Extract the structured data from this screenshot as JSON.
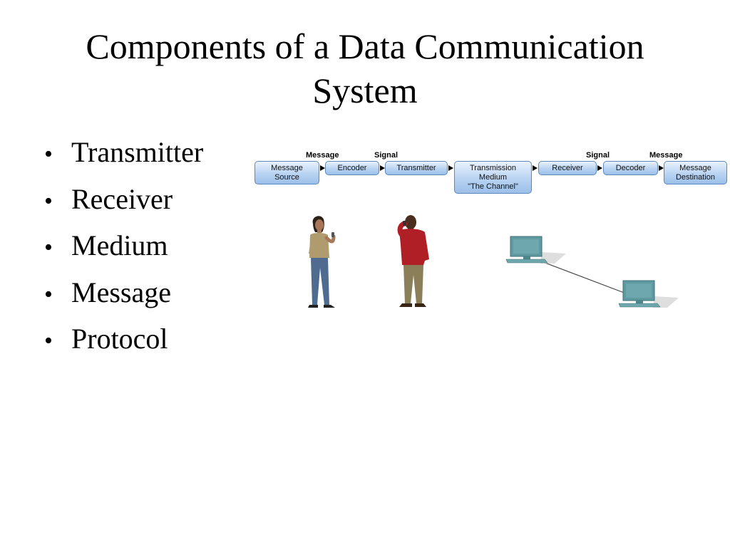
{
  "slide": {
    "title_line1": "Components of a Data Communication",
    "title_line2": "System"
  },
  "bullets": [
    {
      "text": "Transmitter"
    },
    {
      "text": "Receiver"
    },
    {
      "text": "Medium"
    },
    {
      "text": "Message"
    },
    {
      "text": "Protocol"
    }
  ],
  "bullet_glyph": "•",
  "diagram": {
    "labels": {
      "message_left": "Message",
      "signal_left": "Signal",
      "signal_right": "Signal",
      "message_right": "Message"
    },
    "boxes": [
      {
        "label": "Message\nSource"
      },
      {
        "label": "Encoder"
      },
      {
        "label": "Transmitter"
      },
      {
        "label": "Transmission\nMedium\n\"The Channel\""
      },
      {
        "label": "Receiver"
      },
      {
        "label": "Decoder"
      },
      {
        "label": "Message\nDestination"
      }
    ],
    "colors": {
      "box_fill": "#b9d3f2",
      "box_border": "#5d88bb",
      "computer": "#5f9aa0"
    }
  },
  "illustrations": {
    "people": [
      "woman-with-phone",
      "man-on-phone"
    ],
    "computers": [
      "computer",
      "computer"
    ]
  }
}
